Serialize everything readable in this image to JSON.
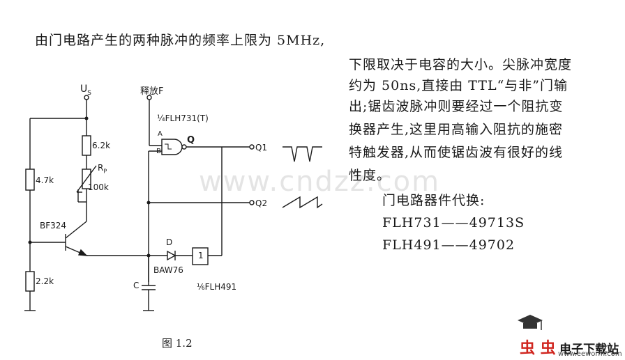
{
  "text": {
    "line1": "由门电路产生的两种脉冲的频率上限为 5MHz,",
    "right_lines": [
      "下限取决于电容的大小。尖脉冲宽度",
      "约为 50ns,直接由 TTL“与非”门输",
      "出;锯齿波脉冲则要经过一个阻抗变",
      "换器产生,这里用高输入阻抗的施密",
      "特触发器,从而使锯齿波有很好的线",
      "性度。"
    ],
    "sub_title": "门电路器件代换:",
    "sub1": "FLH731——49713S",
    "sub2": "FLH491——49702",
    "caption": "图 1.2"
  },
  "circuit": {
    "us": "U",
    "us_sub": "S",
    "release": "释放F",
    "gate1": "¼FLH731(T)",
    "a_label": "A",
    "b_label": "B",
    "q_label": "Q",
    "q1": "Q1",
    "q2": "Q2",
    "r1": "6.2k",
    "rp": "R",
    "rp_sub": "P",
    "rp_val": "100k",
    "r2": "4.7k",
    "r3": "2.2k",
    "transistor": "BF324",
    "diode": "D",
    "diode_part": "BAW76",
    "cap": "C",
    "gate2": "⅙FLH491",
    "gate2_sym": "1"
  },
  "watermark": "www.cndzz.com",
  "logo": {
    "brand": "电子下载站",
    "url": "www.eeworm.com"
  }
}
